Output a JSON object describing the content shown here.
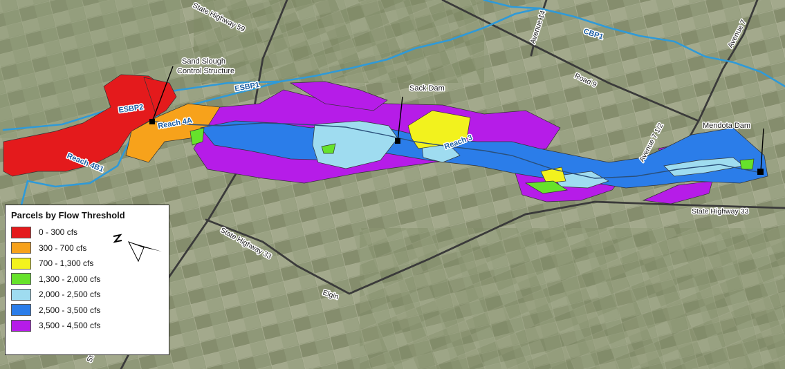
{
  "legend": {
    "title": "Parcels by Flow Threshold",
    "items": [
      {
        "label": "0 - 300 cfs",
        "color": "#e41a1c"
      },
      {
        "label": "300 - 700 cfs",
        "color": "#f7a21b"
      },
      {
        "label": "700 - 1,300 cfs",
        "color": "#f2f21e"
      },
      {
        "label": "1,300 - 2,000 cfs",
        "color": "#66e22b"
      },
      {
        "label": "2,000 - 2,500 cfs",
        "color": "#9fdcf0"
      },
      {
        "label": "2,500 - 3,500 cfs",
        "color": "#2b7de9"
      },
      {
        "label": "3,500 - 4,500 cfs",
        "color": "#b61ce8"
      }
    ]
  },
  "features": {
    "sand_slough_line1": "Sand Slough",
    "sand_slough_line2": "Control Structure",
    "sack_dam": "Sack Dam",
    "mendota_dam": "Mendota Dam"
  },
  "waterways": {
    "esbp2": "ESBP2",
    "esbp1": "ESBP1",
    "cbp1": "CBP1",
    "reach_4a": "Reach 4A",
    "reach_4b1": "Reach 4B1",
    "reach_3": "Reach 3"
  },
  "roads": {
    "sh59": "State Highway 59",
    "avenue14": "Avenue 14",
    "avenue7": "Avenue 7",
    "road9": "Road 9",
    "avenue712": "Avenue 7 1/2",
    "sh33_east": "State Highway 33",
    "sh33_west": "State Highway 33",
    "elgin": "Elgin",
    "sh_sw_fragment": "St"
  },
  "colors": {
    "imagery_base": "#8e9677",
    "water": "#2f9ad8",
    "road": "#3a3a3a"
  }
}
